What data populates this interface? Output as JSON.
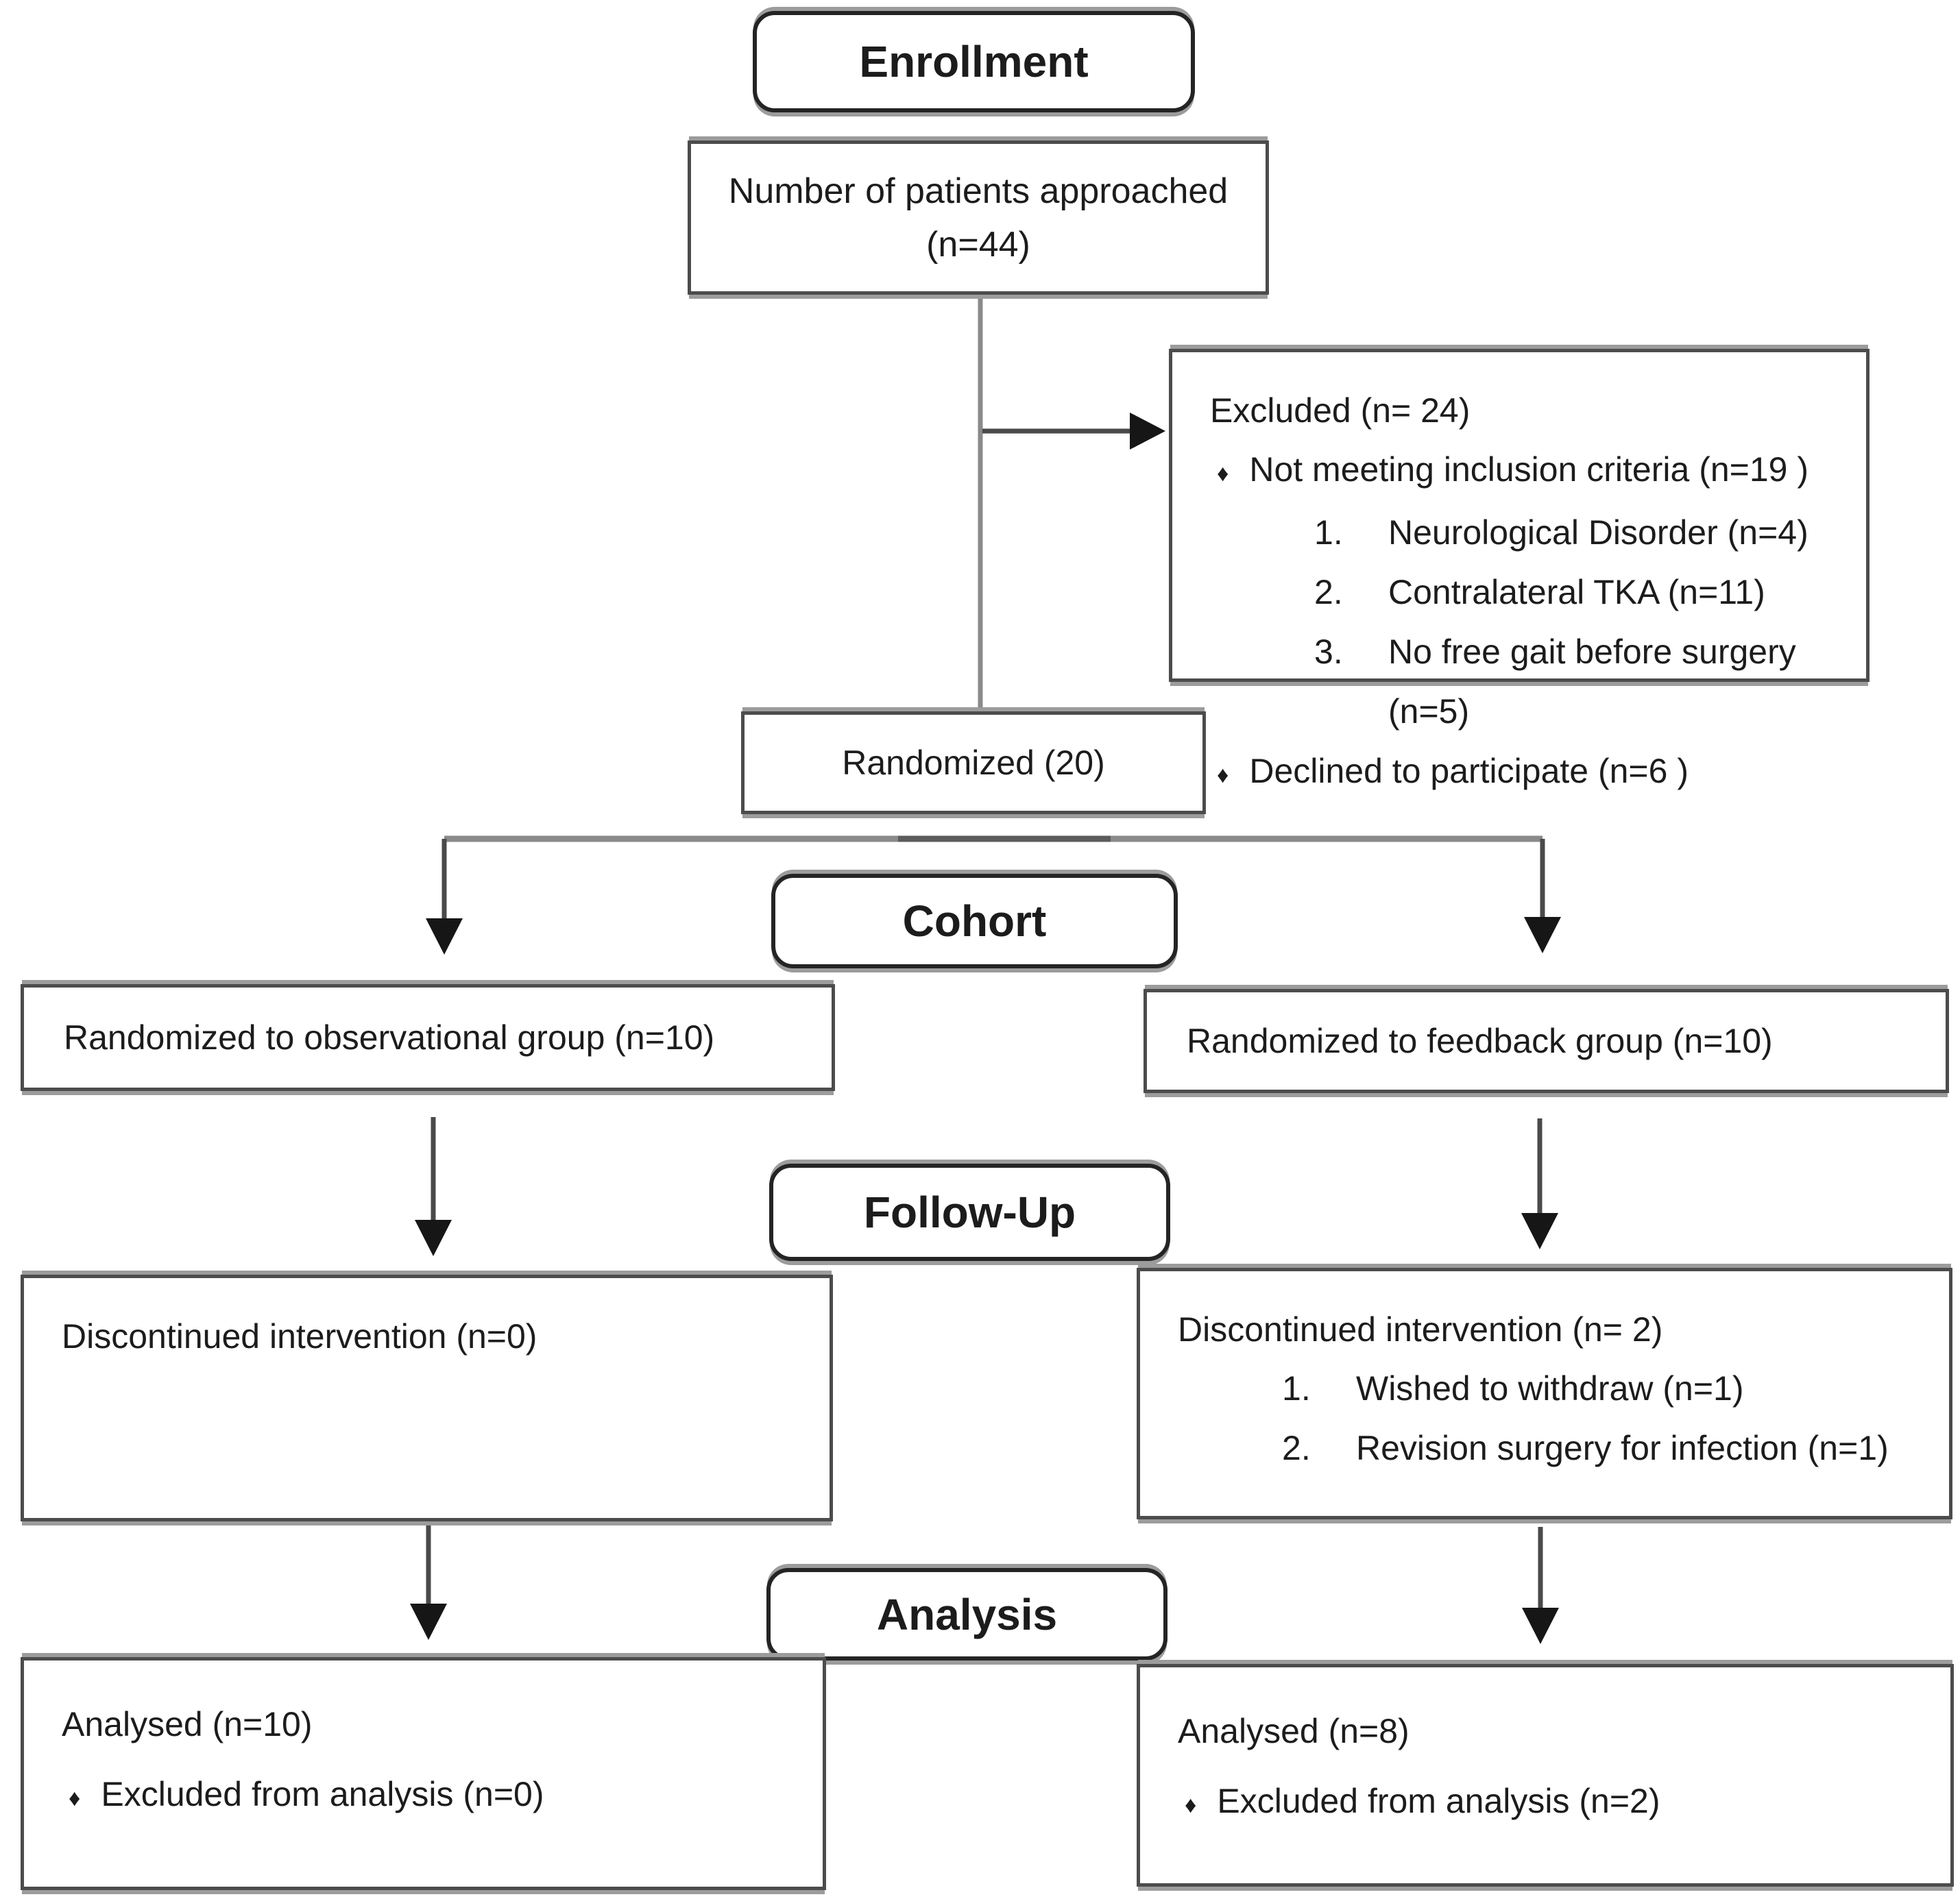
{
  "glyphs": {
    "bullet": "♦"
  },
  "colors": {
    "text": "#1c1c1c",
    "connector_gray": "#8a8a8a",
    "connector_mid": "#5c5c5c",
    "connector_dark": "#4a4a4a",
    "arrowhead": "#161616"
  },
  "stages": {
    "enrollment": "Enrollment",
    "cohort": "Cohort",
    "followup": "Follow-Up",
    "analysis": "Analysis"
  },
  "boxes": {
    "approached": {
      "line1": "Number of patients approached",
      "line2": "(n=44)"
    },
    "excluded": {
      "title": "Excluded (n= 24)",
      "not_meeting": "Not meeting inclusion criteria (n=19 )",
      "reasons": [
        "Neurological Disorder (n=4)",
        "Contralateral TKA (n=11)",
        "No free gait before surgery (n=5)"
      ],
      "declined": "Declined to participate (n=6  )"
    },
    "randomized": {
      "text": "Randomized (20)"
    },
    "observational": {
      "text": "Randomized to observational group (n=10)"
    },
    "feedback": {
      "text": "Randomized to feedback group (n=10)"
    },
    "discontinued_observational": {
      "title": "Discontinued intervention (n=0)"
    },
    "discontinued_feedback": {
      "title": "Discontinued intervention (n= 2)",
      "reasons": [
        "Wished to withdraw (n=1)",
        "Revision surgery for infection (n=1)"
      ]
    },
    "analysed_observational": {
      "title": "Analysed (n=10)",
      "excluded": "Excluded from analysis (n=0)"
    },
    "analysed_feedback": {
      "title": "Analysed (n=8)",
      "excluded": "Excluded from analysis (n=2)"
    }
  }
}
